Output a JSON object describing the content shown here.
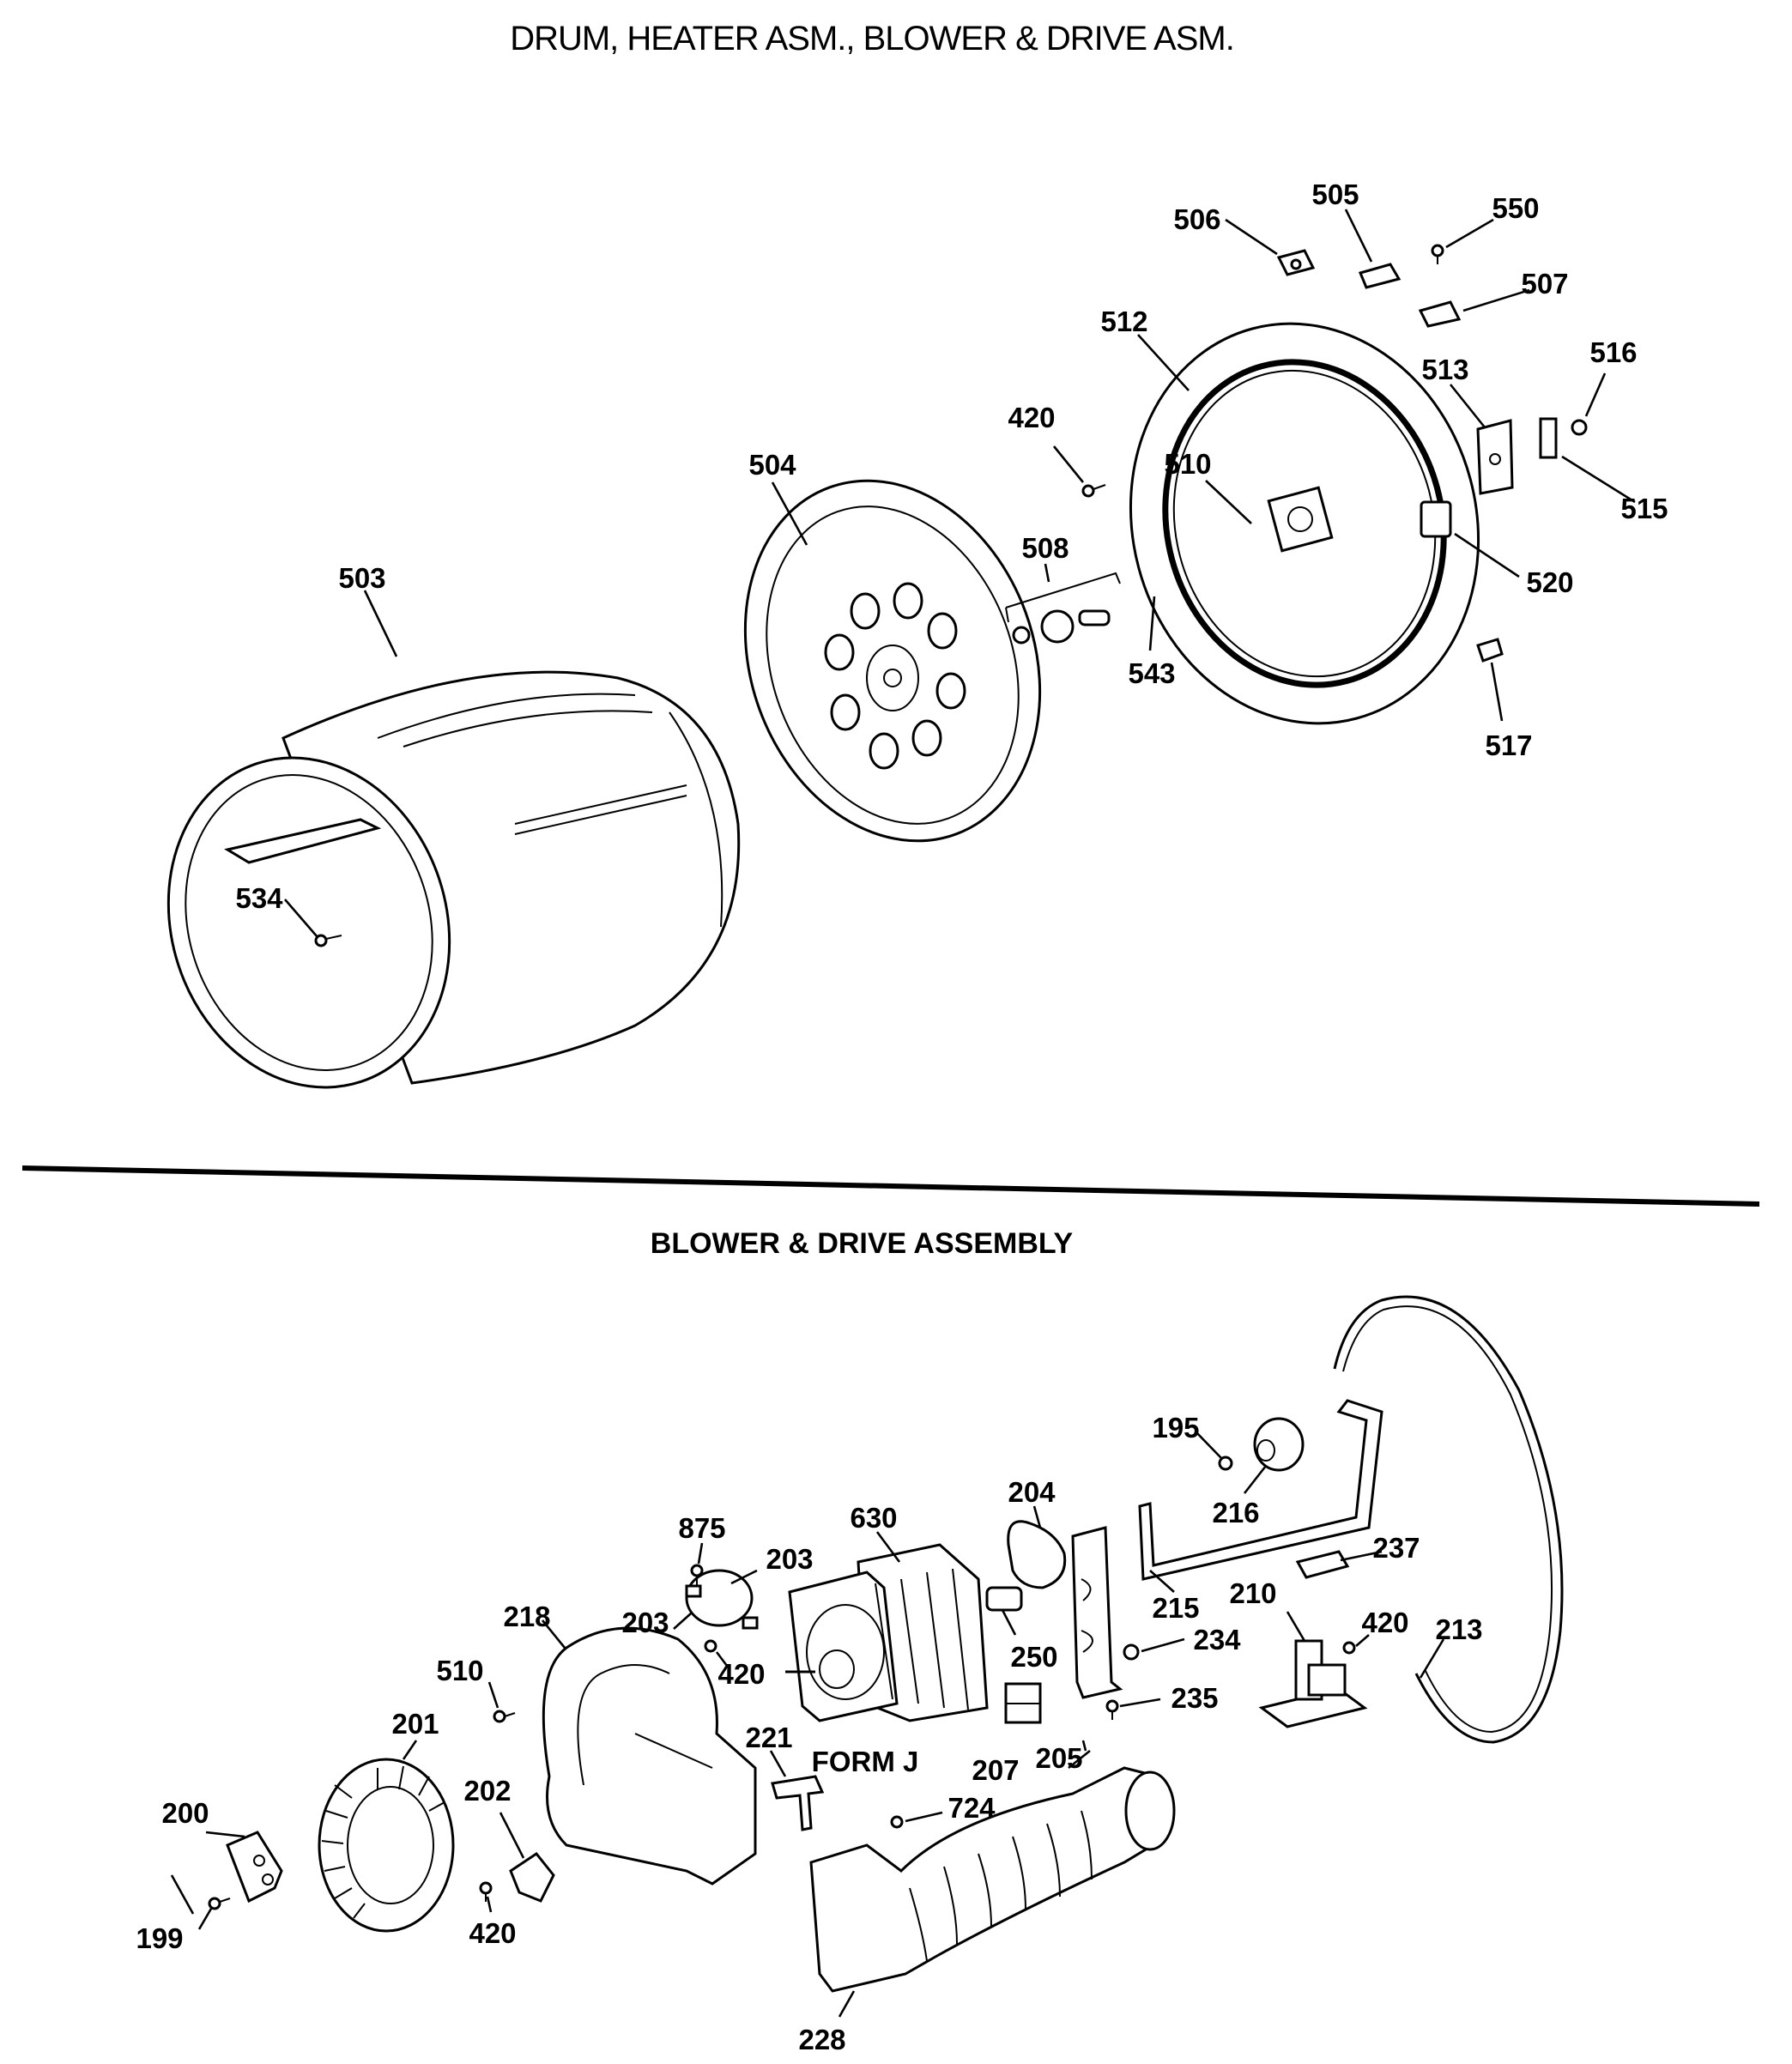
{
  "title": "DRUM, HEATER ASM., BLOWER & DRIVE ASM.",
  "section_title": "BLOWER & DRIVE ASSEMBLY",
  "form_label": "FORM J",
  "callouts": {
    "c503": "503",
    "c504": "504",
    "c534": "534",
    "c420a": "420",
    "c508": "508",
    "c543": "543",
    "c512": "512",
    "c510a": "510",
    "c506": "506",
    "c505": "505",
    "c550": "550",
    "c507": "507",
    "c513": "513",
    "c516": "516",
    "c515": "515",
    "c520": "520",
    "c517": "517",
    "c195": "195",
    "c216": "216",
    "c204": "204",
    "c630": "630",
    "c875": "875",
    "c203a": "203",
    "c203b": "203",
    "c420b": "420",
    "c250": "250",
    "c234": "234",
    "c235": "235",
    "c215": "215",
    "c237": "237",
    "c210": "210",
    "c420c": "420",
    "c213": "213",
    "c218": "218",
    "c510b": "510",
    "c201": "201",
    "c221": "221",
    "c207": "207",
    "c205": "205",
    "c724": "724",
    "c200": "200",
    "c202": "202",
    "c199": "199",
    "c420d": "420",
    "c228": "228"
  }
}
